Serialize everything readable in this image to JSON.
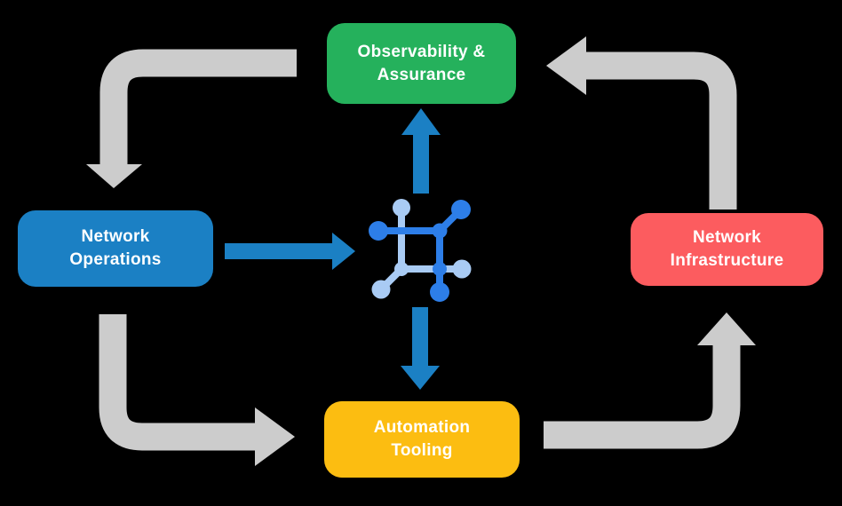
{
  "diagram": {
    "description": "Closed-loop network automation cycle with central network-mesh icon hub",
    "nodes": {
      "observability": {
        "line1": "Observability &",
        "line2": "Assurance",
        "color": "#25b15c"
      },
      "operations": {
        "line1": "Network",
        "line2": "Operations",
        "color": "#1b80c4"
      },
      "infrastructure": {
        "line1": "Network",
        "line2": "Infrastructure",
        "color": "#fc5c5f"
      },
      "tooling": {
        "line1": "Automation",
        "line2": "Tooling",
        "color": "#fcbd11"
      }
    },
    "center_icon": {
      "name": "network-mesh-icon"
    },
    "arrows": {
      "outer_cycle": [
        {
          "from": "observability-assurance",
          "to": "network-operations",
          "style": "gray"
        },
        {
          "from": "network-operations",
          "to": "automation-tooling",
          "style": "gray"
        },
        {
          "from": "automation-tooling",
          "to": "network-infrastructure",
          "style": "gray"
        },
        {
          "from": "network-infrastructure",
          "to": "observability-assurance",
          "style": "gray"
        }
      ],
      "hub_links": [
        {
          "from": "network-operations",
          "to": "center-icon",
          "style": "blue"
        },
        {
          "from": "center-icon",
          "to": "observability-assurance",
          "style": "blue"
        },
        {
          "from": "center-icon",
          "to": "automation-tooling",
          "style": "blue"
        }
      ]
    }
  },
  "colors": {
    "background": "#000000",
    "gray_arrow": "#cccccc",
    "blue_arrow": "#1b80c4",
    "icon_dark_blue": "#2d7ee8",
    "icon_light_blue": "#a9cbf4",
    "text": "#ffffff"
  }
}
